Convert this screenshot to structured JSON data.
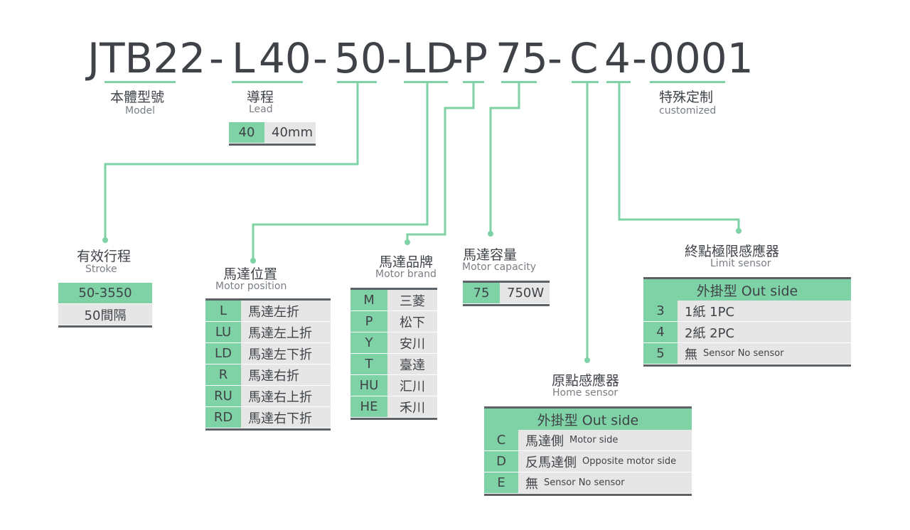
{
  "code": {
    "segments": [
      "JTB22",
      "-",
      "L",
      "40",
      "-",
      "50",
      "-",
      "LD",
      "-",
      "P",
      "75",
      "-",
      "C",
      "4",
      "-",
      "0001"
    ]
  },
  "model": {
    "zh": "本體型號",
    "en": "Model"
  },
  "lead": {
    "zh": "導程",
    "en": "Lead",
    "rows": [
      {
        "code": "40",
        "desc": "40mm"
      }
    ]
  },
  "custom": {
    "zh": "特殊定制",
    "en": "customized"
  },
  "stroke": {
    "zh": "有效行程",
    "en": "Stroke",
    "range": "50-3550",
    "step": "50間隔"
  },
  "motor_position": {
    "zh": "馬達位置",
    "en": "Motor position",
    "rows": [
      {
        "code": "L",
        "desc": "馬達左折"
      },
      {
        "code": "LU",
        "desc": "馬達左上折"
      },
      {
        "code": "LD",
        "desc": "馬達左下折"
      },
      {
        "code": "R",
        "desc": "馬達右折"
      },
      {
        "code": "RU",
        "desc": "馬達右上折"
      },
      {
        "code": "RD",
        "desc": "馬達右下折"
      }
    ]
  },
  "motor_brand": {
    "zh": "馬達品牌",
    "en": "Motor brand",
    "rows": [
      {
        "code": "M",
        "desc": "三菱"
      },
      {
        "code": "P",
        "desc": "松下"
      },
      {
        "code": "Y",
        "desc": "安川"
      },
      {
        "code": "T",
        "desc": "臺達"
      },
      {
        "code": "HU",
        "desc": "汇川"
      },
      {
        "code": "HE",
        "desc": "禾川"
      }
    ]
  },
  "motor_capacity": {
    "zh": "馬達容量",
    "en": "Motor capacity",
    "rows": [
      {
        "code": "75",
        "desc": "750W"
      }
    ]
  },
  "home_sensor": {
    "zh": "原點感應器",
    "en": "Home sensor",
    "header": "外掛型 Out side",
    "rows": [
      {
        "code": "C",
        "desc": "馬達側",
        "note": "Motor side"
      },
      {
        "code": "D",
        "desc": "反馬達側",
        "note": "Opposite motor side"
      },
      {
        "code": "E",
        "desc": "無",
        "note": "Sensor No sensor"
      }
    ]
  },
  "limit_sensor": {
    "zh": "終點極限感應器",
    "en": "Limit sensor",
    "header": "外掛型 Out side",
    "rows": [
      {
        "code": "3",
        "desc": "1紙 1PC"
      },
      {
        "code": "4",
        "desc": "2紙 2PC"
      },
      {
        "code": "5",
        "desc": "無",
        "note": "Sensor No sensor"
      }
    ]
  },
  "colors": {
    "accent": "#7ed2a5",
    "text": "#3f4348",
    "cell": "#e6e6e6",
    "rule": "#5c6166"
  }
}
